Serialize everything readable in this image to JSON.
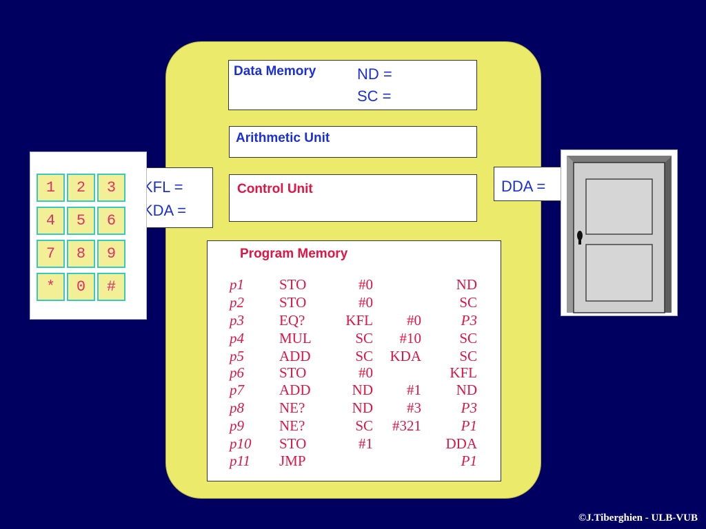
{
  "data_memory": {
    "title": "Data Memory",
    "nd": "ND =",
    "sc": "SC ="
  },
  "arithmetic_unit": {
    "title": "Arithmetic Unit"
  },
  "control_unit": {
    "title": "Control Unit"
  },
  "input_registers": {
    "kfl": "KFL =",
    "kda": "KDA ="
  },
  "output_register": {
    "dda": "DDA ="
  },
  "keypad": {
    "keys": [
      "1",
      "2",
      "3",
      "4",
      "5",
      "6",
      "7",
      "8",
      "9",
      "*",
      "0",
      "#"
    ]
  },
  "program_memory": {
    "title": "Program Memory",
    "rows": [
      {
        "label": "p1",
        "op": "STO",
        "a1": "#0",
        "a2": "",
        "dst": "ND",
        "dst_italic": false
      },
      {
        "label": "p2",
        "op": "STO",
        "a1": "#0",
        "a2": "",
        "dst": "SC",
        "dst_italic": false
      },
      {
        "label": "p3",
        "op": "EQ?",
        "a1": "KFL",
        "a2": "#0",
        "dst": "P3",
        "dst_italic": true
      },
      {
        "label": "p4",
        "op": "MUL",
        "a1": "SC",
        "a2": "#10",
        "dst": "SC",
        "dst_italic": false
      },
      {
        "label": "p5",
        "op": "ADD",
        "a1": "SC",
        "a2": "KDA",
        "dst": "SC",
        "dst_italic": false
      },
      {
        "label": "p6",
        "op": "STO",
        "a1": "#0",
        "a2": "",
        "dst": "KFL",
        "dst_italic": false
      },
      {
        "label": "p7",
        "op": "ADD",
        "a1": "ND",
        "a2": "#1",
        "dst": "ND",
        "dst_italic": false
      },
      {
        "label": "p8",
        "op": "NE?",
        "a1": "ND",
        "a2": "#3",
        "dst": "P3",
        "dst_italic": true
      },
      {
        "label": "p9",
        "op": "NE?",
        "a1": "SC",
        "a2": "#321",
        "dst": "P1",
        "dst_italic": true
      },
      {
        "label": "p10",
        "op": "STO",
        "a1": "#1",
        "a2": "",
        "dst": "DDA",
        "dst_italic": false
      },
      {
        "label": "p11",
        "op": "JMP",
        "a1": "",
        "a2": "",
        "dst": "P1",
        "dst_italic": true
      }
    ]
  },
  "footer": {
    "copyright": "©J.Tiberghien - ULB-VUB"
  },
  "colors": {
    "background": "#000060",
    "cpu": "#ecea6a",
    "blue_text": "#1a2fd6",
    "red_text": "#e01544"
  }
}
